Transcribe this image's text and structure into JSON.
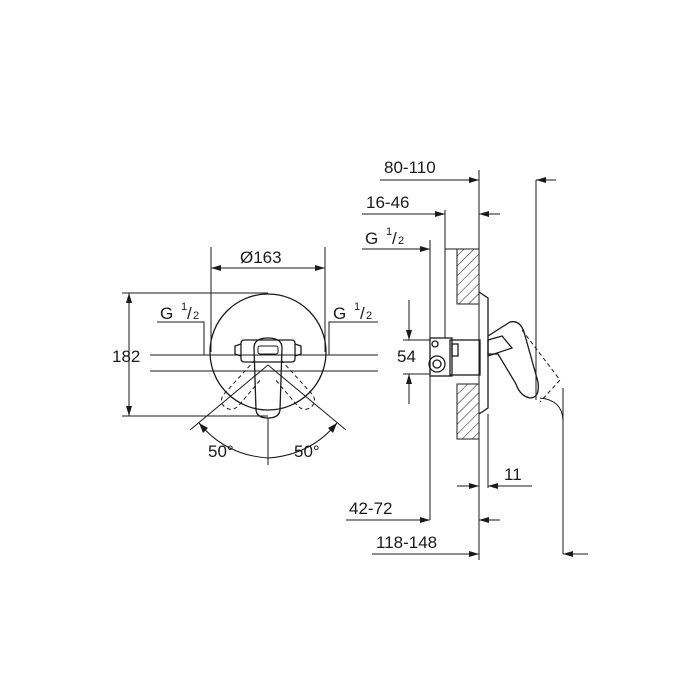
{
  "front_view": {
    "diameter_label": "Ø163",
    "height_label": "182",
    "thread_left": {
      "base": "G",
      "num": "1",
      "den": "2"
    },
    "thread_right": {
      "base": "G",
      "num": "1",
      "den": "2"
    },
    "angle_left": "50°",
    "angle_right": "50°"
  },
  "side_view": {
    "dim_80_110": "80-110",
    "dim_16_46": "16-46",
    "thread": {
      "base": "G",
      "num": "1",
      "den": "2"
    },
    "dim_54": "54",
    "dim_11": "11",
    "dim_42_72": "42-72",
    "dim_118_148": "118-148"
  }
}
